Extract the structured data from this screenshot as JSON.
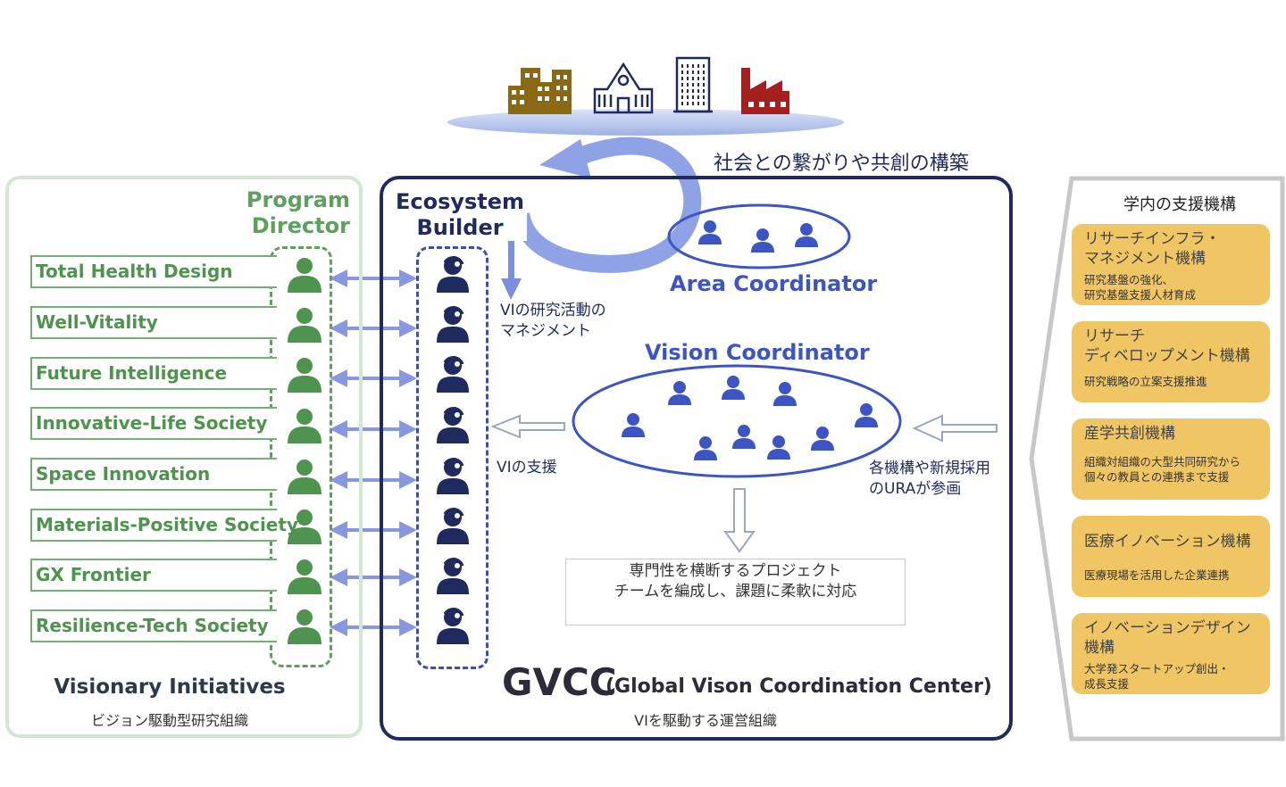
{
  "top": {
    "caption": "社会との繋がりや共創の構築"
  },
  "visionary": {
    "program_director": "Program\nDirector",
    "items": [
      "Total Health Design",
      "Well-Vitality",
      "Future Intelligence",
      "Innovative-Life Society",
      "Space Innovation",
      "Materials-Positive Society",
      "GX Frontier",
      "Resilience-Tech Society"
    ],
    "title": "Visionary Initiatives",
    "subtitle": "ビジョン駆動型研究組織"
  },
  "gvcc": {
    "ecosystem_builder": "Ecosystem\nBuilder",
    "vi_management": "VIの研究活動の\nマネジメント",
    "area_coordinator": "Area Coordinator",
    "vision_coordinator": "Vision Coordinator",
    "vi_support": "VIの支援",
    "ura": "各機構や新規採用\nのURAが参画",
    "project_team": "専門性を横断するプロジェクト\nチームを編成し、課題に柔軟に対応",
    "title": "GVCC",
    "full_name": "(Global Vison Coordination Center)",
    "description": "VIを駆動する運営組織"
  },
  "support": {
    "title": "学内の支援機構",
    "items": [
      {
        "name": "リサーチインフラ・\nマネジメント機構",
        "desc": "研究基盤の強化、\n研究基盤支援人材育成"
      },
      {
        "name": "リサーチ\nディベロップメント機構",
        "desc": "研究戦略の立案支援推進"
      },
      {
        "name": "産学共創機構",
        "desc": "組織対組織の大型共同研究から\n個々の教員との連携まで支援"
      },
      {
        "name": "医療イノベーション機構",
        "desc": "医療現場を活用した企業連携"
      },
      {
        "name": "イノベーションデザイン\n機構",
        "desc": "大学発スタートアップ創出・\n成長支援"
      }
    ]
  },
  "colors": {
    "green": "#5ea05e",
    "navy": "#1f2a5e",
    "blue": "#3d55c4",
    "gold": "#f0c665",
    "building_brown": "#8b6914",
    "factory_red": "#a51f1f"
  }
}
